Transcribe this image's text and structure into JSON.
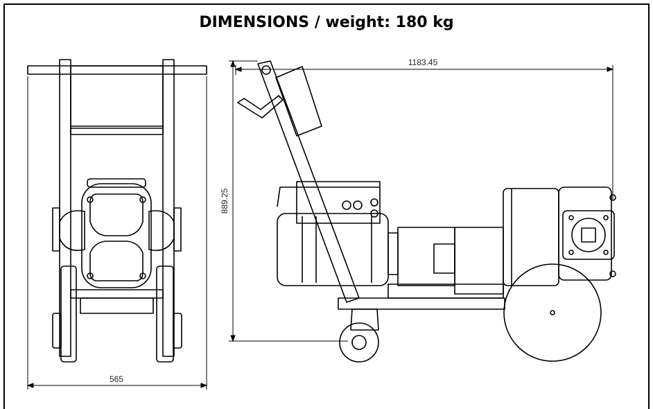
{
  "title": "DIMENSIONS / weight: 180 kg",
  "dimensions": {
    "length": "1183.45",
    "height": "889.25",
    "width": "565"
  },
  "colors": {
    "line": "#000000",
    "text": "#222222",
    "background": "#ffffff"
  }
}
